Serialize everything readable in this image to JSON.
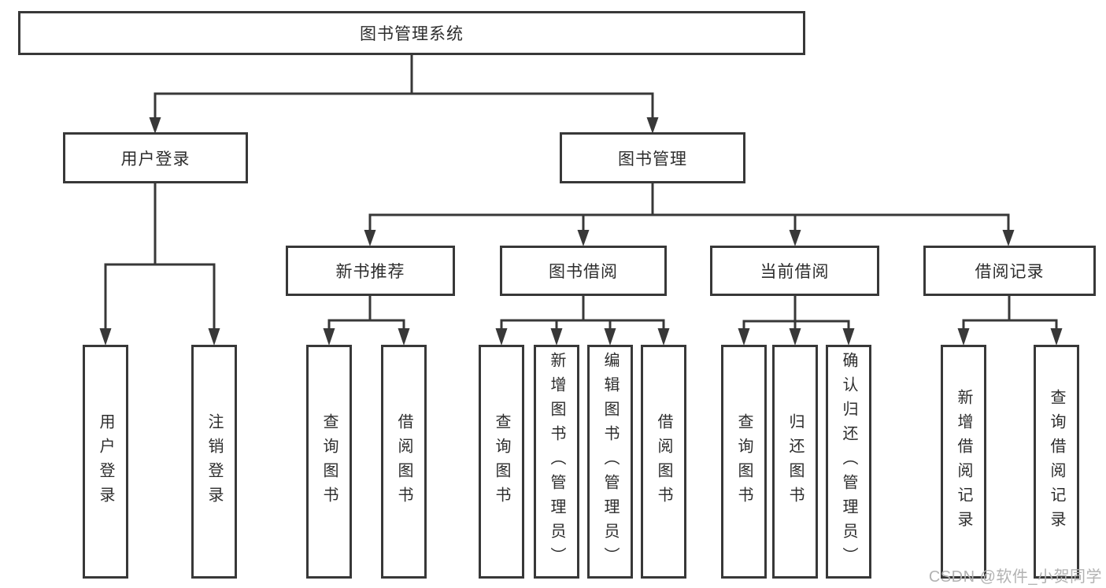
{
  "tree": {
    "root": {
      "label": "图书管理系统"
    },
    "level2": [
      {
        "label": "用户登录"
      },
      {
        "label": "图书管理"
      }
    ],
    "level3": [
      {
        "label": "新书推荐"
      },
      {
        "label": "图书借阅"
      },
      {
        "label": "当前借阅"
      },
      {
        "label": "借阅记录"
      }
    ],
    "leaves": [
      {
        "label": "用户登录",
        "parent": "用户登录"
      },
      {
        "label": "注销登录",
        "parent": "用户登录"
      },
      {
        "label": "查询图书",
        "parent": "新书推荐"
      },
      {
        "label": "借阅图书",
        "parent": "新书推荐"
      },
      {
        "label": "查询图书",
        "parent": "图书借阅"
      },
      {
        "label": "新增图书（管理员）",
        "parent": "图书借阅"
      },
      {
        "label": "编辑图书（管理员）",
        "parent": "图书借阅"
      },
      {
        "label": "借阅图书",
        "parent": "图书借阅"
      },
      {
        "label": "查询图书",
        "parent": "当前借阅"
      },
      {
        "label": "归还图书",
        "parent": "当前借阅"
      },
      {
        "label": "确认归还（管理员）",
        "parent": "当前借阅"
      },
      {
        "label": "新增借阅记录",
        "parent": "借阅记录"
      },
      {
        "label": "查询借阅记录",
        "parent": "借阅记录"
      }
    ]
  },
  "watermark": "CSDN @软件_小贺同学",
  "colors": {
    "line": "#383838",
    "box_border": "#383838",
    "text": "#2d2d2d",
    "watermark": "#b2b2b2",
    "background": "#ffffff"
  }
}
